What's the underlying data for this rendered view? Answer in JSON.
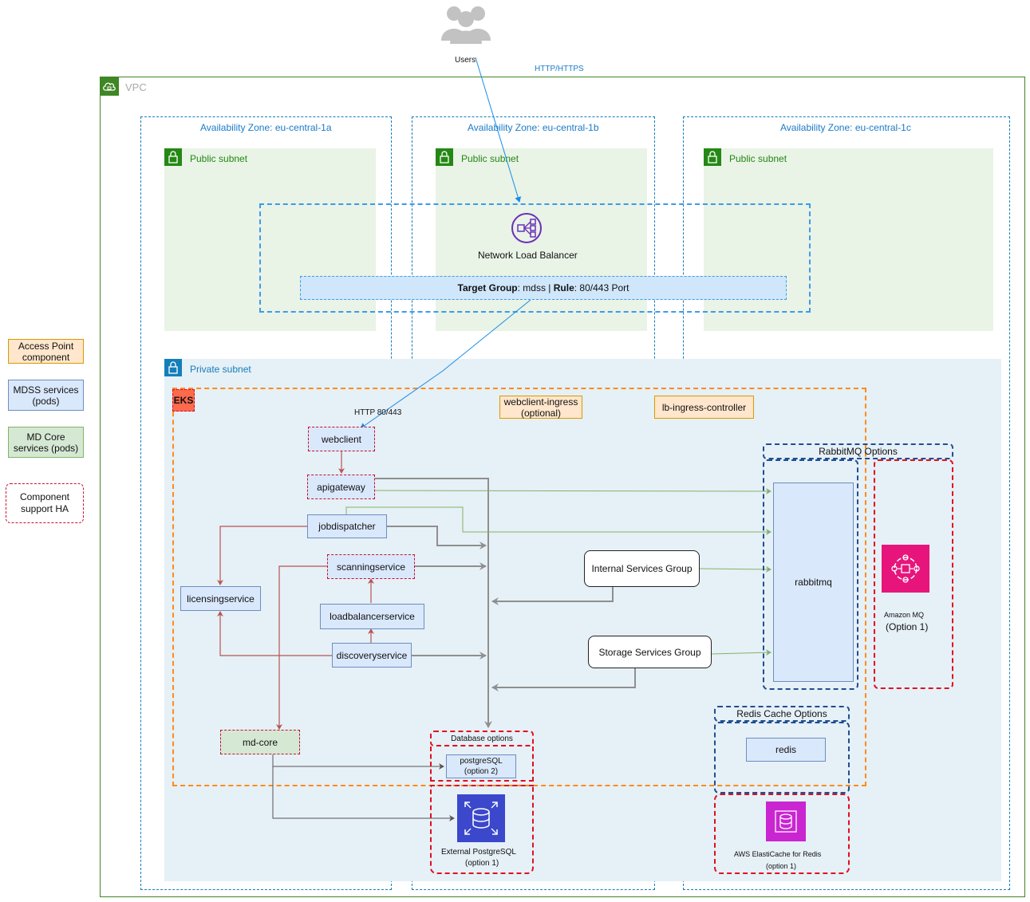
{
  "users": {
    "label": "Users",
    "protocol": "HTTP/HTTPS"
  },
  "vpc": {
    "label": "VPC"
  },
  "zones": [
    {
      "title": "Availability Zone: eu-central-1a",
      "subnet": "Public subnet"
    },
    {
      "title": "Availability Zone: eu-central-1b",
      "subnet": "Public subnet"
    },
    {
      "title": "Availability Zone: eu-central-1c",
      "subnet": "Public subnet"
    }
  ],
  "nlb": {
    "label": "Network Load Balancer",
    "tg_bold1": "Target Group",
    "tg_text1": ": mdss | ",
    "tg_bold2": "Rule",
    "tg_text2": ": 80/443 Port"
  },
  "private_subnet": {
    "label": "Private subnet"
  },
  "eks": {
    "label": "EKS",
    "http_label": "HTTP 80/443"
  },
  "legend": {
    "access_point": "Access Point component",
    "mdss": "MDSS services (pods)",
    "mdcore": "MD Core services (pods)",
    "ha": "Component support HA"
  },
  "ingress": {
    "webclient_ingress": "webclient-ingress (optional)",
    "lb_controller": "lb-ingress-controller"
  },
  "services": {
    "webclient": "webclient",
    "apigateway": "apigateway",
    "jobdispatcher": "jobdispatcher",
    "scanningservice": "scanningservice",
    "licensingservice": "licensingservice",
    "loadbalancerservice": "loadbalancerservice",
    "discoveryservice": "discoveryservice",
    "mdcore": "md-core"
  },
  "groups": {
    "internal": "Internal Services Group",
    "storage": "Storage Services Group"
  },
  "rabbitmq": {
    "options_title": "RabbitMQ Options",
    "rabbitmq": "rabbitmq",
    "amazon_mq": "Amazon MQ",
    "amazon_mq_option": "(Option 1)"
  },
  "redis": {
    "options_title": "Redis Cache Options",
    "redis": "redis",
    "elasticache": "AWS ElastiCache for Redis",
    "elasticache_option": "(option 1)"
  },
  "database": {
    "options_title": "Database options",
    "postgres": "postgreSQL",
    "postgres_option": "(option 2)",
    "external": "External PostgreSQL",
    "external_option": "(option 1)"
  },
  "colors": {
    "vpc_border": "#3f8624",
    "az_border": "#147eba",
    "eks_border": "#ff8c1a",
    "ha_border": "#c8102e",
    "option_border": "#1f4e91",
    "nlb_purple": "#6b2fb8",
    "amazon_mq": "#e7157b",
    "elasticache": "#c925d1",
    "rds": "#3b48cc"
  }
}
